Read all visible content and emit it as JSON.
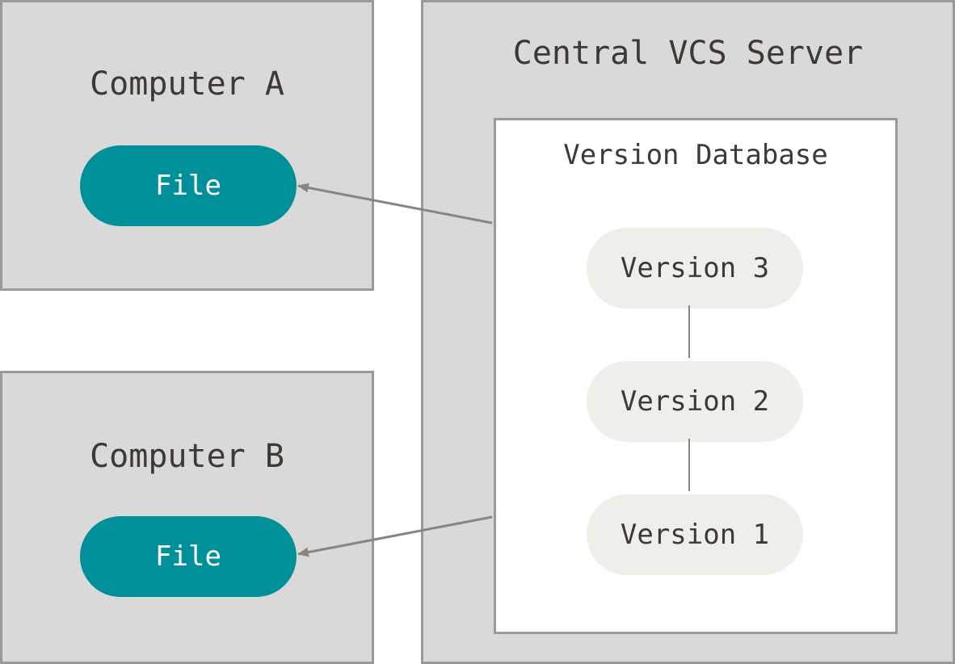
{
  "computers": [
    {
      "title": "Computer A",
      "file_label": "File"
    },
    {
      "title": "Computer B",
      "file_label": "File"
    }
  ],
  "server": {
    "title": "Central VCS Server",
    "database": {
      "title": "Version Database",
      "versions": [
        "Version 3",
        "Version 2",
        "Version 1"
      ]
    }
  },
  "colors": {
    "panel_fill": "#d9d9d9",
    "panel_border": "#9a9a9a",
    "file_fill": "#00909a",
    "version_fill": "#efefe9",
    "text": "#3e3934",
    "arrow": "#8b857d"
  }
}
